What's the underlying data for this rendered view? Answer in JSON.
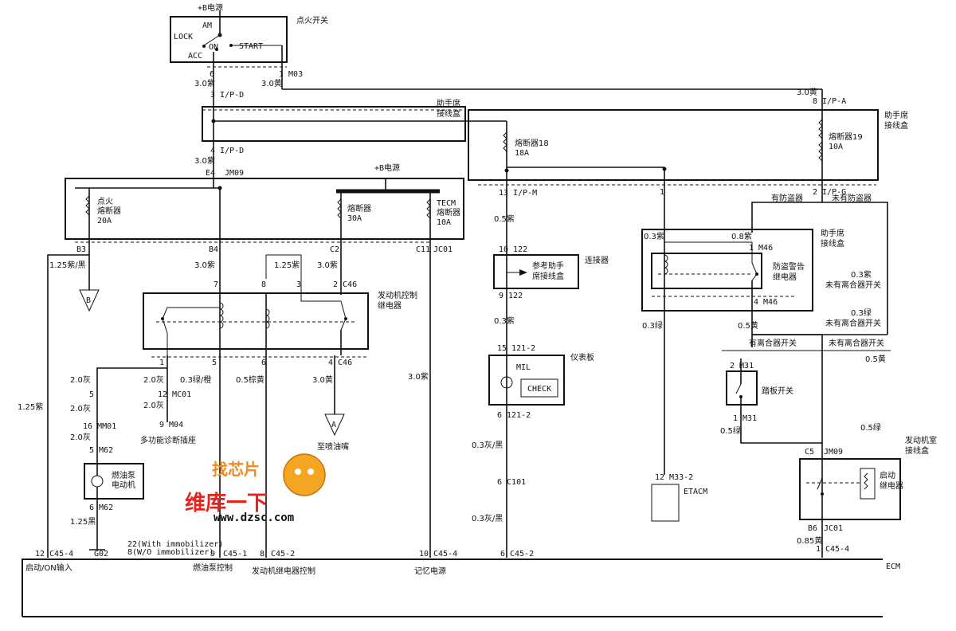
{
  "ignition": {
    "power": "+B电源",
    "title": "点火开关",
    "pos_am": "AM",
    "pos_lock": "LOCK",
    "pos_on": "ON",
    "pos_acc": "ACC",
    "pos_start": "START"
  },
  "wires": {
    "t6": "6",
    "t1m03": "1 M03",
    "w30purple_a": "3.0紫",
    "w30yellow_a": "3.0黄",
    "w30yellow_b": "3.0黄",
    "ipd_top": "3 I/P-D",
    "ipa": "8 I/P-A",
    "ipd_bottom": "4 I/P-D",
    "w30purple_b": "3.0紫",
    "e4": "E4",
    "jm09": "JM09"
  },
  "junction_box": {
    "title_left": "助手席\n接线盒",
    "title_right": "助手席\n接线盒",
    "fuse18": "熔断器18",
    "fuse18_a": "18A",
    "fuse19": "熔断器19",
    "fuse19_a": "10A"
  },
  "engine_box": {
    "power": "+B电源",
    "ign_fuse": "点火\n熔断器",
    "ign_fuse_a": "20A",
    "fuse30": "熔断器",
    "fuse30_a": "30A",
    "tecm": "TECM\n熔断器",
    "tecm_a": "10A",
    "b3": "B3",
    "b4": "B4",
    "c2": "C2",
    "c11": "C11",
    "jc01": "JC01"
  },
  "left_wires": {
    "w125pb": "1.25紫/黑",
    "arrow_b": "B",
    "w125p": "1.25紫",
    "w30p_b4": "3.0紫",
    "w30p_c2": "3.0紫",
    "w125p_relay": "1.25紫",
    "w30p_right": "3.0紫",
    "n7": "7",
    "n8": "8",
    "n3": "3",
    "n2c46": "2 C46"
  },
  "relay": {
    "title": "发动机控制\n继电器",
    "n1": "1",
    "n5": "5",
    "n6": "6",
    "n4c46": "4 C46"
  },
  "below_relay": {
    "w20gray_a": "2.0灰",
    "w20gray_b": "2.0灰",
    "w03go": "0.3绿/橙",
    "w05bY": "0.5棕黄",
    "w30yellow": "3.0黄",
    "n5": "5",
    "n12mc01": "12 MC01",
    "w20gray_c": "2.0灰",
    "w20gray_d": "2.0灰",
    "n16mm01": "16 MM01",
    "n9m04": "9 M04",
    "w20gray_e": "2.0灰",
    "diag": "多功能诊断插座",
    "n5m62": "5 M62",
    "arrow_a": "A",
    "injector": "至喷油嘴",
    "pump": "燃油泵\n电动机",
    "n6m62": "6 M62",
    "w125black": "1.25黑",
    "immob1": "22(With immobilizer)",
    "immob2": "8(W/O immobilizer)"
  },
  "ecm_pins": {
    "p12": "12",
    "c45_4a": "C45-4",
    "g02": "G02",
    "p9": "9",
    "c45_1": "C45-1",
    "p8": "8",
    "c45_2a": "C45-2",
    "p10": "10",
    "c45_4b": "C45-4",
    "p6": "6",
    "c45_2b": "C45-2",
    "p1": "1",
    "c45_4c": "C45-4",
    "ecm": "ECM",
    "start_on": "启动/ON输入",
    "fuel_pump_ctrl": "燃油泵控制",
    "relay_ctrl": "发动机继电器控制",
    "memory": "记忆电源"
  },
  "mil_branch": {
    "ipm": "13 I/P-M",
    "w05p": "0.5紫",
    "n10_122": "10 122",
    "ref_jb": "参考助手\n席接线盒",
    "connector": "连接器",
    "n9_122": "9 122",
    "w03p": "0.3紫",
    "n15_121": "15 121-2",
    "cluster": "仪表板",
    "mil": "MIL",
    "check": "CHECK",
    "n6_121": "6 121-2",
    "w03pb_a": "0.3灰/黑",
    "c101": "6 C101",
    "w03pb_b": "0.3灰/黑"
  },
  "right_branch": {
    "n1": "1",
    "ipg": "2 I/P-G",
    "immob_yes": "有防盗器",
    "immob_no": "未有防盗器",
    "w03p": "0.3紫",
    "w08p": "0.8紫",
    "m46a": "1 M46",
    "theft_relay": "防盗警告\n继电器",
    "jb": "助手席\n接线盒",
    "m46b": "4 M46",
    "w03g_a": "0.3绿",
    "w05y": "0.5黄",
    "w03p_noclutch": "0.3紫\n未有离合器开关",
    "w03g_noclutch": "0.3绿\n未有离合器开关",
    "has_clutch": "有离合器开关",
    "no_clutch": "未有离合器开关",
    "m31a": "2 M31",
    "pedal": "踏板开关",
    "m31b": "1 M31",
    "w05g_a": "0.5绿",
    "w05y_b": "0.5黄",
    "w05g_b": "0.5绿",
    "m33": "12 M33-2",
    "etacm": "ETACM",
    "c5": "C5",
    "jm09": "JM09",
    "engine_jb": "发动机室\n接线盒",
    "start_relay": "启动\n继电器",
    "b6": "B6",
    "jc01": "JC01",
    "w085y": "0.85黄"
  },
  "watermark": {
    "brand": "维库一下",
    "url": "www.dzsc.com",
    "logo_text": "找芯片"
  }
}
